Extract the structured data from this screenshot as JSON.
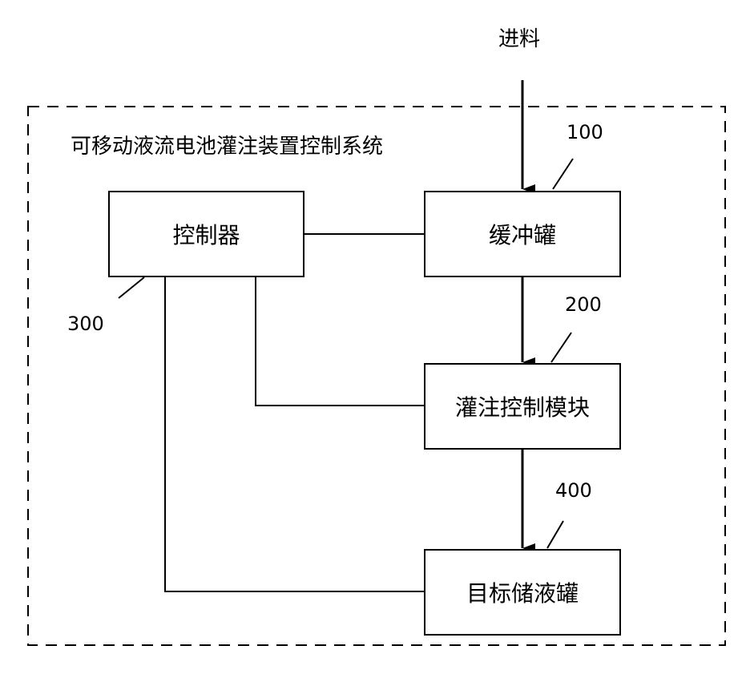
{
  "input_label": "进料",
  "system_title": "可移动液流电池灌注装置控制系统",
  "blocks": {
    "controller": {
      "label": "控制器",
      "ref": "300"
    },
    "buffer_tank": {
      "label": "缓冲罐",
      "ref": "100"
    },
    "filling_module": {
      "label": "灌注控制模块",
      "ref": "200"
    },
    "target_tank": {
      "label": "目标储液罐",
      "ref": "400"
    }
  }
}
